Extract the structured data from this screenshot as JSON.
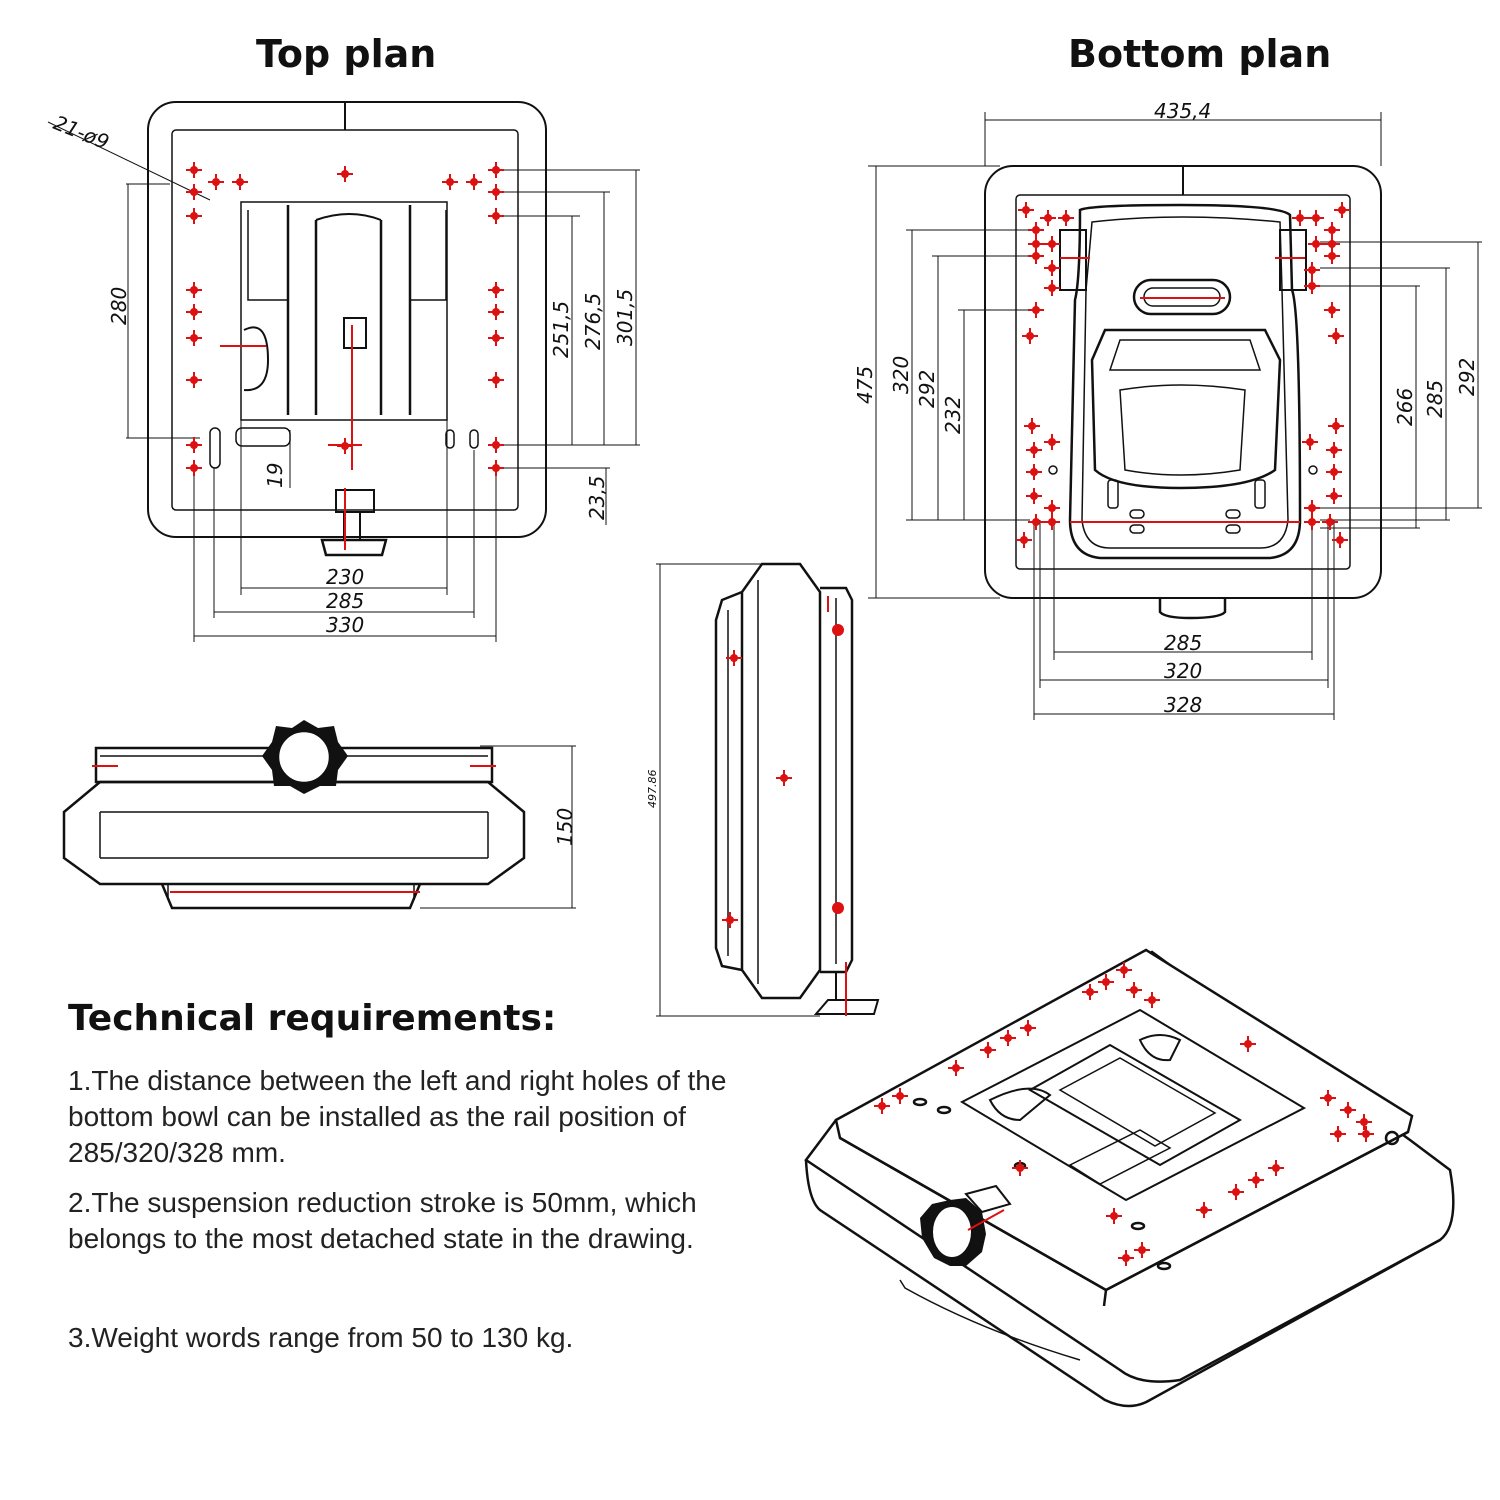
{
  "titles": {
    "top_plan": "Top plan",
    "bottom_plan": "Bottom plan"
  },
  "dimensions": {
    "top_plan": {
      "holes": "21-ø9",
      "height_280": "280",
      "d_251_5": "251,5",
      "d_276_5": "276,5",
      "d_301_5": "301,5",
      "d_19": "19",
      "d_23_5": "23,5",
      "w_230": "230",
      "w_285": "285",
      "w_330": "330"
    },
    "bottom_plan": {
      "w_435_4": "435,4",
      "h_475": "475",
      "h_320": "320",
      "h_292_left": "292",
      "h_232": "232",
      "h_266": "266",
      "h_285": "285",
      "h_292_right": "292",
      "w_285": "285",
      "w_320": "320",
      "w_328": "328"
    },
    "front_view": {
      "h_150": "150"
    },
    "side_view": {
      "h_497": "497.86"
    }
  },
  "technical": {
    "heading": "Technical requirements:",
    "items": [
      "1.The distance between the left and right holes of the bottom bowl can be installed as the rail position of 285/320/328 mm.",
      "2.The suspension reduction stroke is 50mm, which belongs to the most detached state in the drawing.",
      "3.Weight words range from 50 to 130 kg."
    ]
  },
  "colors": {
    "line": "#111111",
    "marker": "#dd1111",
    "background": "#ffffff"
  }
}
